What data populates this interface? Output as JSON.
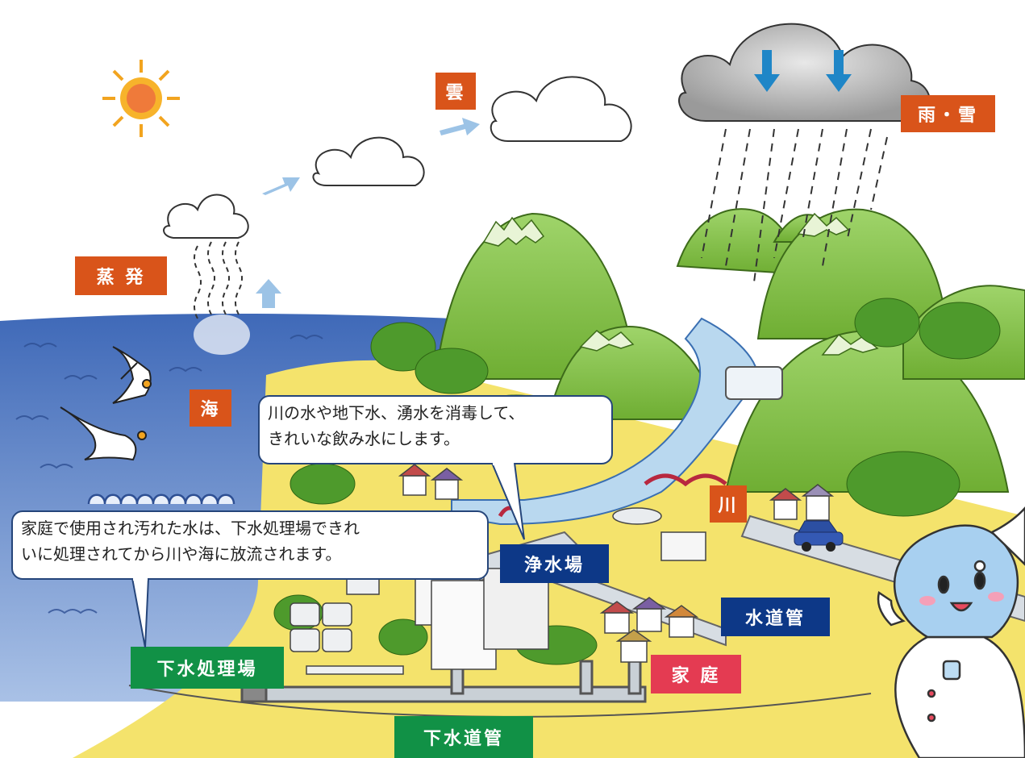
{
  "labels": {
    "cloud": "雲",
    "rain_snow": "雨・雪",
    "evaporation": "蒸 発",
    "sea": "海",
    "river": "川",
    "water_plant": "浄水場",
    "water_pipe": "水道管",
    "home": "家 庭",
    "sewage_plant": "下水処理場",
    "sewer_pipe": "下水道管"
  },
  "bubbles": {
    "water_plant": {
      "line1": "川の水や地下水、湧水を消毒して、",
      "line2": "きれいな飲み水にします。"
    },
    "sewage": {
      "line1": "家庭で使用され汚れた水は、下水処理場できれ",
      "line2": "いに処理されてから川や海に放流されます。"
    }
  },
  "colors": {
    "orange_tag": "#d9541a",
    "navy_tag": "#0d3887",
    "green_tag": "#119146",
    "red_tag": "#e43b52",
    "sea": "#5d83c8",
    "mountain": "#8cc63f",
    "sand": "#f3e26a"
  },
  "icons": [
    "sun-icon",
    "cloud-icon",
    "rain-cloud-icon",
    "arrow-icon",
    "seagull-icon",
    "mascot-icon",
    "car-icon"
  ]
}
